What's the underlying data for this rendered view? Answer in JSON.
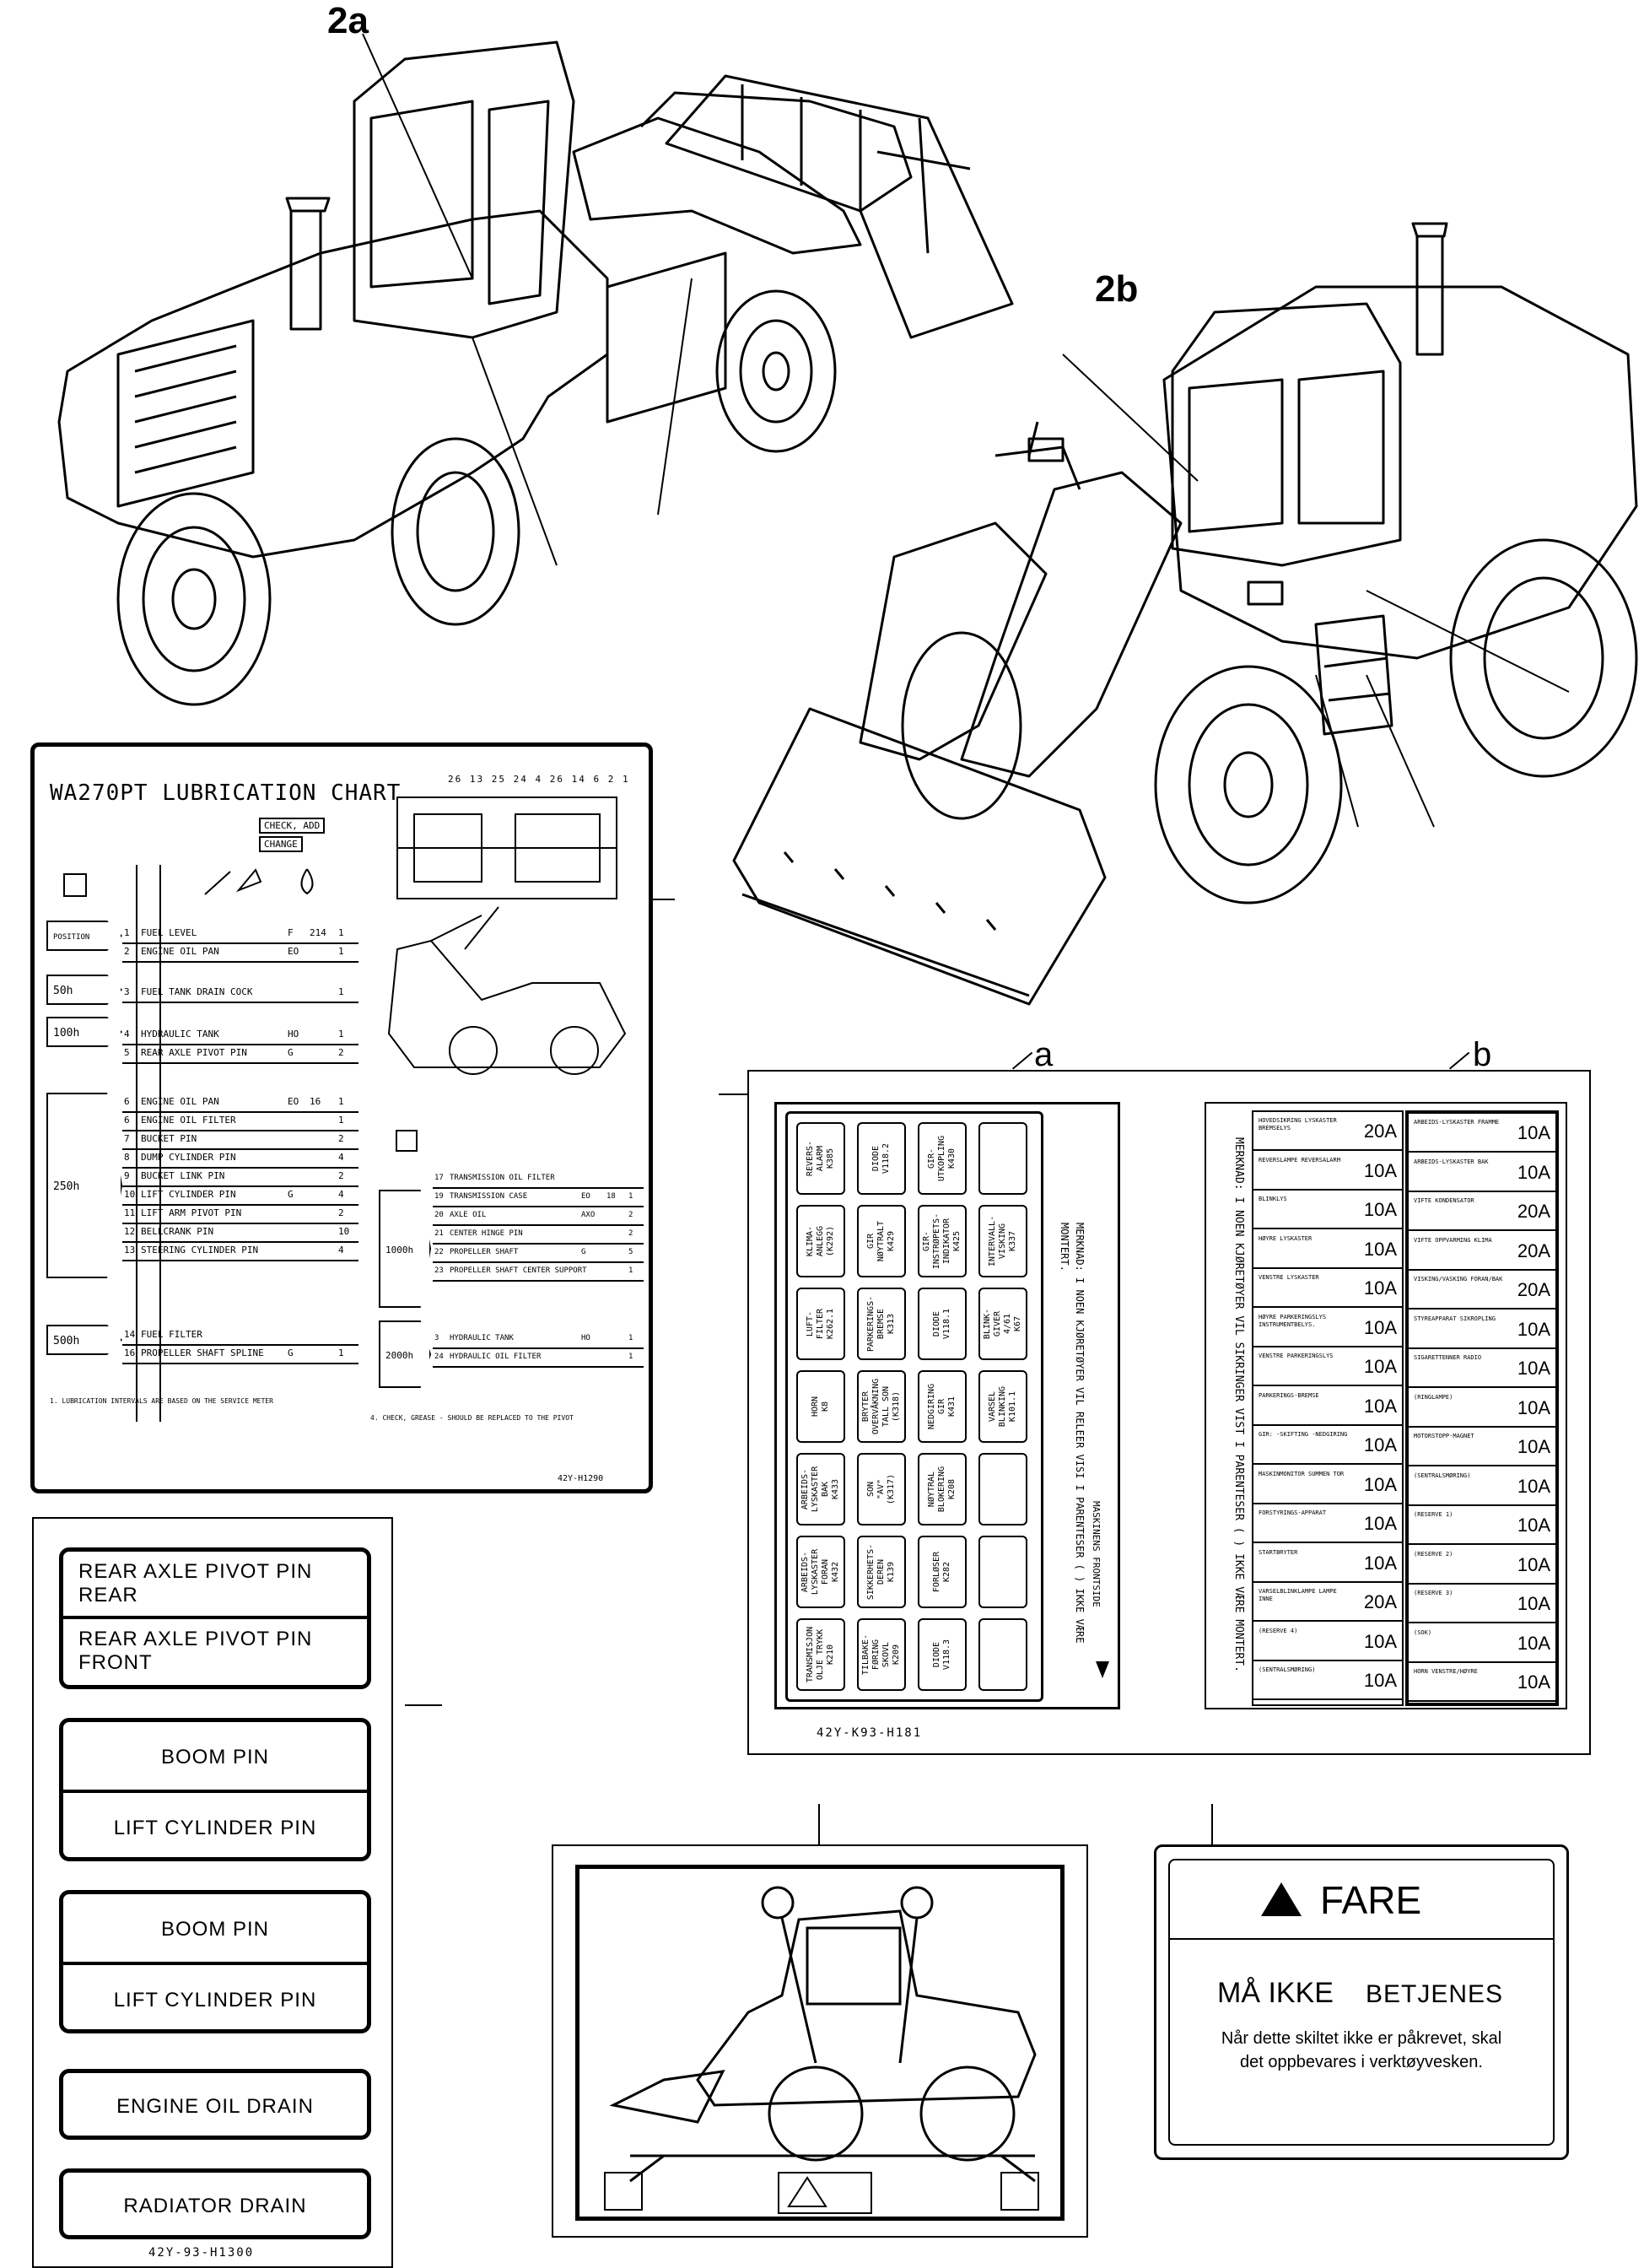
{
  "callouts": {
    "ref_2a": "2a",
    "ref_2b": "2b",
    "ref_a": "a",
    "ref_b": "b"
  },
  "lube_chart": {
    "title": "WA270PT LUBRICATION CHART",
    "check_add": "CHECK, ADD",
    "change": "CHANGE",
    "part_no": "42Y-H1290",
    "intervals": {
      "pos": "POSITION",
      "i50": "50h",
      "i100": "100h",
      "i250": "250h",
      "i500": "500h",
      "i1000": "1000h",
      "i2000": "2000h"
    },
    "rows": [
      {
        "no": "1",
        "item": "FUEL LEVEL",
        "type": "F",
        "qty": "214",
        "pts": "1"
      },
      {
        "no": "2",
        "item": "ENGINE OIL PAN",
        "type": "EO",
        "qty": "",
        "pts": "1"
      },
      {
        "no": "3",
        "item": "FUEL TANK DRAIN COCK",
        "type": "",
        "qty": "",
        "pts": "1"
      },
      {
        "no": "4",
        "item": "HYDRAULIC TANK",
        "type": "HO",
        "qty": "",
        "pts": "1"
      },
      {
        "no": "5",
        "item": "REAR AXLE PIVOT PIN",
        "type": "G",
        "qty": "",
        "pts": "2"
      },
      {
        "no": "6",
        "item": "ENGINE OIL PAN",
        "type": "EO",
        "qty": "16",
        "pts": "1"
      },
      {
        "no": "6",
        "item": "ENGINE OIL FILTER",
        "type": "",
        "qty": "",
        "pts": "1"
      },
      {
        "no": "7",
        "item": "BUCKET PIN",
        "type": "",
        "qty": "",
        "pts": "2"
      },
      {
        "no": "8",
        "item": "DUMP CYLINDER PIN",
        "type": "",
        "qty": "",
        "pts": "4"
      },
      {
        "no": "9",
        "item": "BUCKET LINK PIN",
        "type": "",
        "qty": "",
        "pts": "2"
      },
      {
        "no": "10",
        "item": "LIFT CYLINDER PIN",
        "type": "G",
        "qty": "",
        "pts": "4"
      },
      {
        "no": "11",
        "item": "LIFT ARM PIVOT PIN",
        "type": "",
        "qty": "",
        "pts": "2"
      },
      {
        "no": "12",
        "item": "BELLCRANK PIN",
        "type": "",
        "qty": "",
        "pts": "10"
      },
      {
        "no": "13",
        "item": "STEERING CYLINDER PIN",
        "type": "",
        "qty": "",
        "pts": "4"
      },
      {
        "no": "14",
        "item": "FUEL FILTER",
        "type": "",
        "qty": "",
        "pts": ""
      },
      {
        "no": "16",
        "item": "PROPELLER SHAFT SPLINE",
        "type": "G",
        "qty": "",
        "pts": "1"
      }
    ],
    "rows_right": [
      {
        "no": "17",
        "item": "TRANSMISSION OIL FILTER",
        "type": "",
        "qty": "",
        "pts": ""
      },
      {
        "no": "19",
        "item": "TRANSMISSION CASE",
        "type": "EO",
        "qty": "18",
        "pts": "1"
      },
      {
        "no": "20",
        "item": "AXLE OIL",
        "type": "AXO",
        "qty": "",
        "pts": "2"
      },
      {
        "no": "21",
        "item": "CENTER HINGE PIN",
        "type": "",
        "qty": "",
        "pts": "2"
      },
      {
        "no": "22",
        "item": "PROPELLER SHAFT",
        "type": "G",
        "qty": "",
        "pts": "5"
      },
      {
        "no": "23",
        "item": "PROPELLER SHAFT CENTER SUPPORT",
        "type": "",
        "qty": "",
        "pts": "1"
      },
      {
        "no": "3",
        "item": "HYDRAULIC TANK",
        "type": "HO",
        "qty": "",
        "pts": "1"
      },
      {
        "no": "24",
        "item": "HYDRAULIC OIL FILTER",
        "type": "",
        "qty": "",
        "pts": "1"
      }
    ],
    "diagram_nums": "26 13 25 24 4 26 14 6 2 1",
    "notes_left": "1. LUBRICATION INTERVALS ARE BASED ON THE SERVICE METER",
    "notes_right": "4. CHECK, GREASE - SHOULD BE REPLACED TO THE PIVOT"
  },
  "fuse_panel_a": {
    "part_no": "42Y-K93-H181",
    "cells": [
      [
        "REVERS-\nALARM\nK385",
        "DIODE\nV118.2",
        "GIR-\nUTKOPLING\nK430",
        ""
      ],
      [
        "KLIMA-\nANLEGG\n(K292)",
        "GIR\nNØYTRALT\nK429",
        "GIR-\nINSTRØPETS-\nINDIKATOR\nK425",
        "INTERVALL-\nVISKING\nK337"
      ],
      [
        "LUFT-\nFILTER\nK262.1",
        "PARKERINGS-\nBREMSE\nK313",
        "DIODE\nV118.1",
        "BLINK-\nGIVER\n4/61\nK67"
      ],
      [
        "HORN\nK8",
        "BRYTER\nOVERVÅKNING\nTALL SON\n(K318)",
        "NEDGIRING\nGIR\nK431",
        "VARSEL\nBLINKING\nK101.1"
      ],
      [
        "ARBEIDS-\nLYSKASTER\nBAK\nK433",
        "SON\n\"AV\"\n(K317)",
        "NØYTRAL\nBLOKERING\nK208",
        ""
      ],
      [
        "ARBEIDS-\nLYSKASTER\nFORAN\nK432",
        "SIKKERHETS-\nDEREN\nK139",
        "FORLØSER\nK282",
        ""
      ],
      [
        "TRANSMISJON\nOLJE TRYKK\nK210",
        "TILBAKE-\nFØRING\nSKOVL\nK209",
        "DIODE\nV118.3",
        ""
      ]
    ],
    "note_a": "MERKNAD: I NOEN KJØRETØYER VIL RELEER VISI I PARENTESER ( ) IKKE VÆRE MONTERT.",
    "front": "MASKINENS FRONTSIDE"
  },
  "fuse_panel_b": {
    "note_b": "MERKNAD: I NOEN KJØRETØYER VIL SIKRINGER VIST I PARENTESER ( ) IKKE VÆRE MONTERT.",
    "left": [
      {
        "label": "HOVEDSIKRING LYSKASTER BREMSELYS",
        "amp": "20A"
      },
      {
        "label": "REVERSLAMPE REVERSALARM",
        "amp": "10A"
      },
      {
        "label": "BLINKLYS",
        "amp": "10A"
      },
      {
        "label": "HØYRE LYSKASTER",
        "amp": "10A"
      },
      {
        "label": "VENSTRE LYSKASTER",
        "amp": "10A"
      },
      {
        "label": "HØYRE PARKERINGSLYS INSTRUMENTBELYS.",
        "amp": "10A"
      },
      {
        "label": "VENSTRE PARKERINGSLYS",
        "amp": "10A"
      },
      {
        "label": "PARKERINGS-BREMSE",
        "amp": "10A"
      },
      {
        "label": "GIR: -SKIFTING -NEDGIRING",
        "amp": "10A"
      },
      {
        "label": "MASKINMONITOR SUMMEN TOR",
        "amp": "10A"
      },
      {
        "label": "FORSTYRINGS-APPARAT",
        "amp": "10A"
      },
      {
        "label": "STARTBRYTER",
        "amp": "10A"
      },
      {
        "label": "VARSELBLINKLAMPE LAMPE INNE",
        "amp": "20A"
      },
      {
        "label": "(RESERVE 4)",
        "amp": "10A"
      },
      {
        "label": "(SENTRALSMØRING)",
        "amp": "10A"
      }
    ],
    "right": [
      {
        "label": "ARBEIDS-LYSKASTER FRAMME",
        "amp": "10A"
      },
      {
        "label": "ARBEIDS-LYSKASTER BAK",
        "amp": "10A"
      },
      {
        "label": "VIFTE KONDENSATOR",
        "amp": "20A"
      },
      {
        "label": "VIFTE OPPVARMING KLIMA",
        "amp": "20A"
      },
      {
        "label": "VISKING/VASKING FORAN/BAK",
        "amp": "20A"
      },
      {
        "label": "STYREAPPARAT SIKROPLING",
        "amp": "10A"
      },
      {
        "label": "SIGARETTENNER RADIO",
        "amp": "10A"
      },
      {
        "label": "(RINGLAMPE)",
        "amp": "10A"
      },
      {
        "label": "MOTORSTOPP-MAGNET",
        "amp": "10A"
      },
      {
        "label": "(SENTRALSMØRING)",
        "amp": "10A"
      },
      {
        "label": "(RESERVE 1)",
        "amp": "10A"
      },
      {
        "label": "(RESERVE 2)",
        "amp": "10A"
      },
      {
        "label": "(RESERVE 3)",
        "amp": "10A"
      },
      {
        "label": "(SOK)",
        "amp": "10A"
      },
      {
        "label": "HORN VENSTRE/HØYRE",
        "amp": "10A"
      }
    ]
  },
  "labels": {
    "rear_pivot_rear": [
      "REAR AXLE PIVOT PIN",
      "REAR"
    ],
    "rear_pivot_front": [
      "REAR AXLE PIVOT PIN",
      "FRONT"
    ],
    "boom_pin_1": "BOOM PIN",
    "lift_cyl_1": "LIFT CYLINDER PIN",
    "boom_pin_2": "BOOM PIN",
    "lift_cyl_2": "LIFT CYLINDER PIN",
    "engine_oil_drain": "ENGINE OIL DRAIN",
    "radiator_drain": "RADIATOR DRAIN",
    "part_no": "42Y-93-H1300"
  },
  "warning": {
    "fare": "FARE",
    "ma_ikke": "MÅ IKKE",
    "betjenes": "BETJENES",
    "line1": "Når dette skiltet ikke er påkrevet, skal",
    "line2": "det oppbevares i verktøyvesken."
  }
}
